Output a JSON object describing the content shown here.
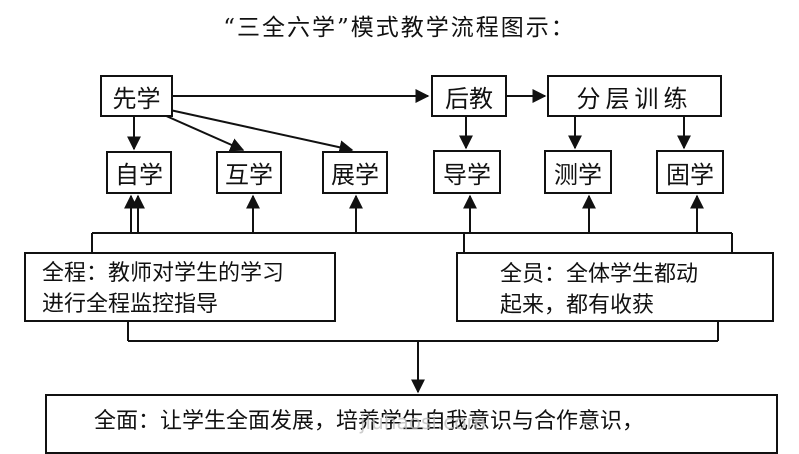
{
  "title": "“三全六学”模式教学流程图示：",
  "nodes": {
    "xianxue": "先学",
    "houjiao": "后教",
    "fenceng": "分层训练",
    "zixue": "自学",
    "huxue": "互学",
    "zhanxue": "展学",
    "daoxue": "导学",
    "cexue": "测学",
    "guxue": "固学"
  },
  "quancheng": {
    "line1": "全程：教师对学生的学习",
    "line2": "进行全程监控指导"
  },
  "quanyuan": {
    "line1": "全员：全体学生都动",
    "line2": "起来，都有收获"
  },
  "quanmian": {
    "line1": "全面：让学生全面发展，培养学生自我意识与合作意识，"
  },
  "watermark": "jiuhaosi.com",
  "colors": {
    "line": "#111111",
    "background": "#ffffff"
  }
}
